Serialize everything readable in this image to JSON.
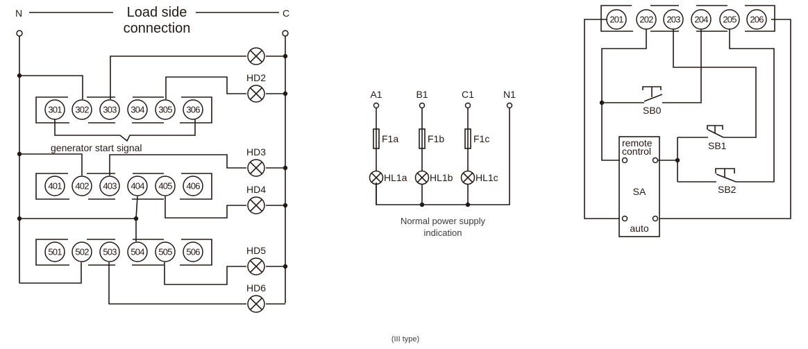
{
  "load_side": {
    "title_line1": "Load side",
    "title_line2": "connection",
    "left_terminal": "N",
    "right_terminal": "C",
    "rows": [
      {
        "terminals": [
          "301",
          "302",
          "303",
          "304",
          "305",
          "306"
        ]
      },
      {
        "terminals": [
          "401",
          "402",
          "403",
          "404",
          "405",
          "406"
        ]
      },
      {
        "terminals": [
          "501",
          "502",
          "503",
          "504",
          "505",
          "506"
        ]
      }
    ],
    "generator_label": "generator start signal",
    "lamps": [
      "",
      "HD2",
      "HD3",
      "HD4",
      "HD5",
      "HD6"
    ]
  },
  "power_indication": {
    "phases": [
      {
        "terminal": "A1",
        "fuse": "F1a",
        "lamp": "HL1a"
      },
      {
        "terminal": "B1",
        "fuse": "F1b",
        "lamp": "HL1b"
      },
      {
        "terminal": "C1",
        "fuse": "F1c",
        "lamp": "HL1c"
      }
    ],
    "neutral": "N1",
    "caption_line1": "Normal power supply",
    "caption_line2": "indication"
  },
  "control": {
    "terminals": [
      "201",
      "202",
      "203",
      "204",
      "205",
      "206"
    ],
    "switches": [
      "SB0",
      "SB1",
      "SB2"
    ],
    "selector": {
      "name": "SA",
      "top_label_line1": "remote",
      "top_label_line2": "control",
      "bottom_label": "auto"
    }
  },
  "footer_caption": "(III type)"
}
